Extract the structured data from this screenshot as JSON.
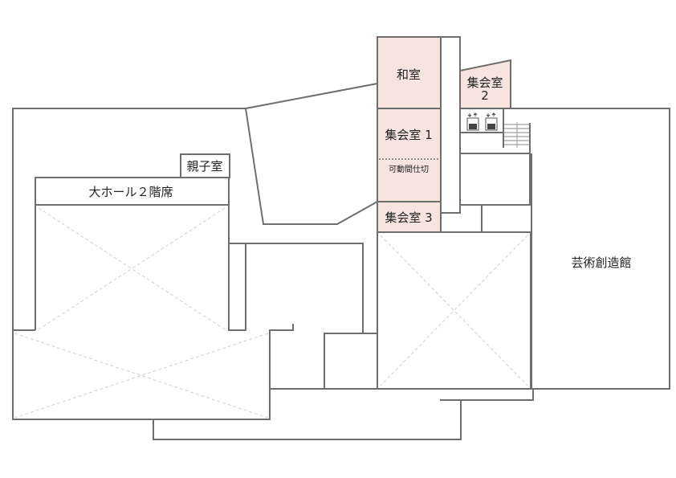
{
  "floor_plan": {
    "highlight_color": "#f7e4df",
    "wall_color": "#6e6e6e",
    "rooms": {
      "washitsu": {
        "label": "和室"
      },
      "meeting_room_1": {
        "label": "集会室 1"
      },
      "movable_partition": {
        "label": "可動間仕切"
      },
      "meeting_room_3": {
        "label": "集会室 3"
      },
      "meeting_room_2": {
        "label_line1": "集会室",
        "label_line2": "2"
      },
      "parent_child_room": {
        "label": "親子室"
      },
      "hall_balcony": {
        "label": "大ホール２階席"
      },
      "art_creation_hall": {
        "label": "芸術創造館"
      }
    },
    "icons": {
      "elevator_1": "elevator-icon",
      "elevator_2": "elevator-icon",
      "stairs": "stairs-icon"
    }
  }
}
